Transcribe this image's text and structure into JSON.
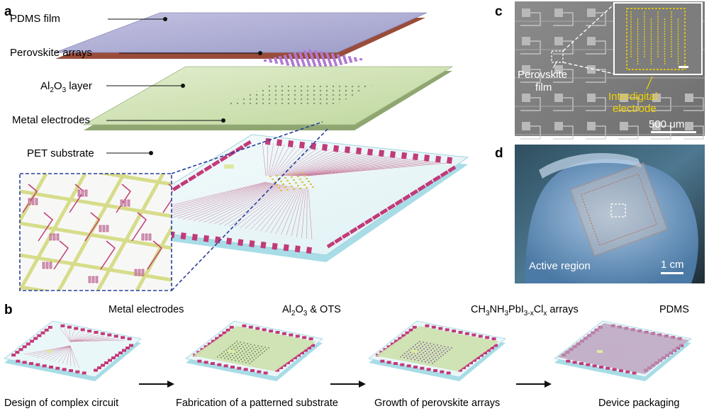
{
  "panels": {
    "a": "a",
    "b": "b",
    "c": "c",
    "d": "d"
  },
  "panel_a": {
    "layers": [
      "PDMS film",
      "Perovskite arrays",
      "Al2O3 layer",
      "Metal electrodes",
      "PET substrate"
    ],
    "al2o3_label": {
      "base": "Al",
      "sub1": "2",
      "mid": "O",
      "sub2": "3",
      "rest": " layer"
    }
  },
  "panel_b": {
    "steps": [
      {
        "top": "Metal electrodes",
        "bottom": "Design of complex circuit"
      },
      {
        "top_parts": {
          "base": "Al",
          "sub1": "2",
          "mid": "O",
          "sub2": "3",
          "rest": " & OTS"
        },
        "bottom": "Fabrication of a patterned substrate"
      },
      {
        "top_parts": {
          "p1": "CH",
          "s1": "3",
          "p2": "NH",
          "s2": "3",
          "p3": "PbI",
          "s3": "3-x",
          "p4": "Cl",
          "s4": "x",
          "p5": " arrays"
        },
        "bottom": "Growth of perovskite arrays"
      },
      {
        "top": "PDMS",
        "bottom": "Device packaging"
      }
    ]
  },
  "panel_c": {
    "film_label_line1": "Perovskite",
    "film_label_line2": "film",
    "electrode_label_line1": "Interdigital",
    "electrode_label_line2": "electrode",
    "scale_bar": "500 μm"
  },
  "panel_d": {
    "region_label": "Active region",
    "scale_bar": "1 cm"
  },
  "colors": {
    "electrode_pink": "#c23a78",
    "pdms_top": "#a7a7cf",
    "al2o3_green": "#cfe2b0",
    "substrate_blue": "#bfe6ee",
    "highlight_yellow": "#f3d400",
    "dashed_blue": "#2b3f9c"
  }
}
